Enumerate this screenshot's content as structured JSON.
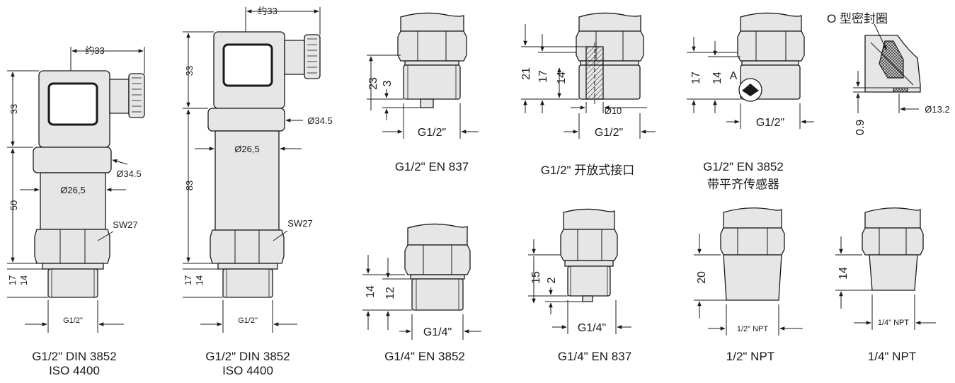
{
  "fittings": [
    {
      "caption": [
        "G1/2\" DIN 3852",
        "ISO 4400"
      ],
      "dims": {
        "approx": "约33",
        "h1": "33",
        "h2": "50",
        "h3": "17",
        "h4": "14",
        "dia1": "Ø26,5",
        "dia2": "Ø34.5",
        "sw": "SW27",
        "thread": "G1/2\""
      }
    },
    {
      "caption": [
        "G1/2\" DIN 3852",
        "ISO 4400"
      ],
      "dims": {
        "approx": "约33",
        "h1": "33",
        "h2": "83",
        "h3": "17",
        "h4": "14",
        "dia1": "Ø26,5",
        "dia2": "Ø34.5",
        "sw": "SW27",
        "thread": "G1/2\""
      }
    },
    {
      "caption": [
        "G1/2\" EN 837"
      ],
      "dims": {
        "h1": "23",
        "h2": "3",
        "thread": "G1/2\""
      }
    },
    {
      "caption": [
        "G1/2\"  开放式接口"
      ],
      "dims": {
        "h1": "21",
        "h2": "17",
        "h3": "14",
        "dia": "Ø10",
        "thread": "G1/2\""
      }
    },
    {
      "caption": [
        "G1/2\" EN 3852",
        "带平齐传感器"
      ],
      "dims": {
        "h1": "17",
        "h2": "14",
        "detail": "A",
        "thread": "G1/2\""
      }
    },
    {
      "caption": [
        "O 型密封圈"
      ],
      "dims": {
        "h1": "0.9",
        "dia": "Ø13.2"
      }
    },
    {
      "caption": [
        "G1/4\" EN 3852"
      ],
      "dims": {
        "h1": "14",
        "h2": "12",
        "thread": "G1/4\""
      }
    },
    {
      "caption": [
        "G1/4\" EN 837"
      ],
      "dims": {
        "h1": "15",
        "h2": "2",
        "thread": "G1/4\""
      }
    },
    {
      "caption": [
        "1/2\" NPT"
      ],
      "dims": {
        "h1": "20",
        "thread": "1/2\" NPT"
      }
    },
    {
      "caption": [
        "1/4\" NPT"
      ],
      "dims": {
        "h1": "14",
        "thread": "1/4\" NPT"
      }
    }
  ]
}
